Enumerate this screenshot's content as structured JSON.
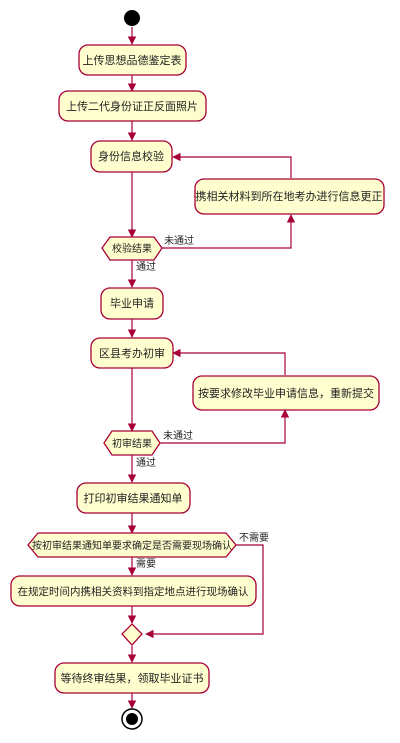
{
  "colors": {
    "node_fill": "#FEFECE",
    "node_stroke": "#A80036",
    "line": "#A80036",
    "start_fill": "#000000"
  },
  "icons": {
    "start": "filled-circle-start-icon",
    "end": "bullseye-end-icon"
  },
  "steps": {
    "upload_moral_form": "上传思想品德鉴定表",
    "upload_id_photos": "上传二代身份证正反面照片",
    "id_verify": "身份信息校验",
    "fix_info": "携相关材料到所在地考办进行信息更正",
    "verify_result": "校验结果",
    "not_pass_1": "未通过",
    "pass_1": "通过",
    "graduation_apply": "毕业申请",
    "county_review": "区县考办初审",
    "modify_resubmit": "按要求修改毕业申请信息，重新提交",
    "review_result": "初审结果",
    "not_pass_2": "未通过",
    "pass_2": "通过",
    "print_notice": "打印初审结果通知单",
    "onsite_question": "按初审结果通知单要求确定是否需要现场确认",
    "not_needed": "不需要",
    "needed": "需要",
    "onsite_confirm": "在规定时间内携相关资料到指定地点进行现场确认",
    "wait_final": "等待终审结果，领取毕业证书"
  }
}
